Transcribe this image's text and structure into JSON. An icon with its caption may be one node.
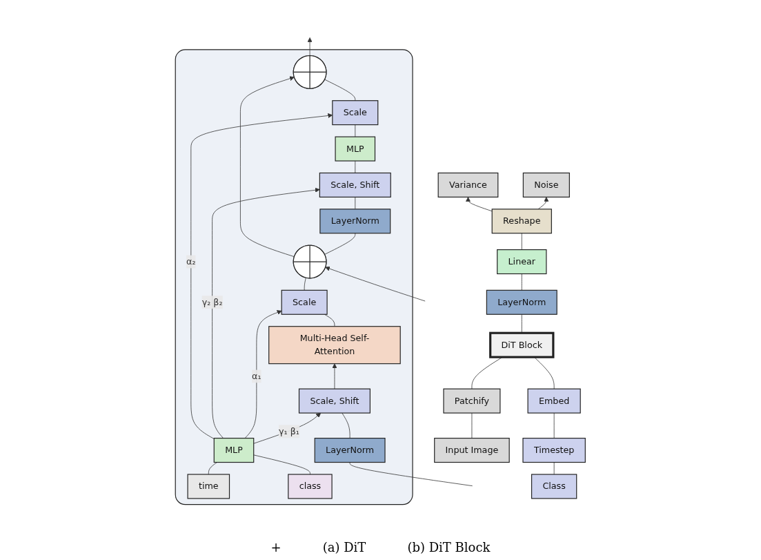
{
  "diagram": {
    "nodes": [
      {
        "text": [
          "Noise"
        ]
      },
      {
        "text": [
          "Variance"
        ]
      },
      {
        "text": [
          "Reshape"
        ]
      },
      {
        "text": [
          "Linear"
        ]
      },
      {
        "text": [
          "LayerNorm"
        ]
      },
      {
        "text": [
          "DiT Block"
        ]
      },
      {
        "text": [
          "Patchify"
        ]
      },
      {
        "text": [
          "Embed"
        ]
      },
      {
        "text": [
          "Input Image"
        ]
      },
      {
        "text": [
          "Timestep"
        ]
      },
      {
        "text": [
          "Class"
        ]
      },
      {
        "text": [],
        "shape": "box"
      },
      {
        "text": [],
        "shape": "circle",
        "in": 11
      },
      {
        "text": [
          "Scale"
        ],
        "in": 11
      },
      {
        "text": [
          "MLP"
        ],
        "in": 11
      },
      {
        "text": [
          "Scale, Shift"
        ],
        "in": 11
      },
      {
        "text": [
          "LayerNorm"
        ],
        "in": 11
      },
      {
        "text": [],
        "shape": "circle",
        "in": 11
      },
      {
        "text": [
          "Scale"
        ],
        "in": 11
      },
      {
        "text": [
          "Multi-Head Self-Attention"
        ],
        "in": 11
      },
      {
        "text": [
          "Scale, Shift"
        ],
        "in": 11
      },
      {
        "text": [
          "LayerNorm"
        ],
        "in": 11
      },
      {
        "text": [
          "MLP"
        ],
        "in": 11
      },
      {
        "text": [
          "time"
        ],
        "in": 11
      },
      {
        "text": [
          "class"
        ],
        "in": 11
      }
    ],
    "edges": [
      {
        "from": 2,
        "to": 0,
        "arrow": "to"
      },
      {
        "from": 2,
        "to": 1,
        "arrow": "to"
      },
      {
        "from": 3,
        "to": 2,
        "arrow": "none"
      },
      {
        "from": 4,
        "to": 3,
        "arrow": "none"
      },
      {
        "from": 5,
        "to": 4,
        "arrow": "none"
      },
      {
        "from": 6,
        "to": 5,
        "arrow": "none"
      },
      {
        "from": 7,
        "to": 5,
        "arrow": "none"
      },
      {
        "from": 8,
        "to": 6,
        "arrow": "none"
      },
      {
        "from": 9,
        "to": 7,
        "arrow": "none"
      },
      {
        "from": 10,
        "to": 9,
        "arrow": "none"
      },
      {
        "from": null,
        "to": 21,
        "arrow": "none"
      },
      {
        "from": 21,
        "to": 20,
        "arrow": "none"
      },
      {
        "from": 20,
        "to": 19,
        "arrow": "to"
      },
      {
        "from": 19,
        "to": 18,
        "arrow": "none"
      },
      {
        "from": 18,
        "to": 17,
        "arrow": "none"
      },
      {
        "from": null,
        "to": 17,
        "arrow": "to"
      },
      {
        "from": 17,
        "to": 16,
        "arrow": "none"
      },
      {
        "from": 16,
        "to": 15,
        "arrow": "none"
      },
      {
        "from": 15,
        "to": 14,
        "arrow": "none"
      },
      {
        "from": 14,
        "to": 13,
        "arrow": "none"
      },
      {
        "from": 13,
        "to": 12,
        "arrow": "none"
      },
      {
        "from": 17,
        "to": 12,
        "arrow": "to"
      },
      {
        "from": 12,
        "to": null,
        "arrow": "to"
      },
      {
        "from": 22,
        "to": 20,
        "arrow": "to",
        "label": "γ₁ β₁"
      },
      {
        "from": 22,
        "to": 18,
        "arrow": "to",
        "label": "α₁"
      },
      {
        "from": 22,
        "to": 15,
        "arrow": "to",
        "label": "γ₂ β₂"
      },
      {
        "from": 22,
        "to": 13,
        "arrow": "to",
        "label": "α₂"
      },
      {
        "from": 23,
        "to": 22,
        "arrow": "none"
      },
      {
        "from": 24,
        "to": 22,
        "arrow": "none"
      }
    ],
    "labels": [
      "+",
      "(a) DiT",
      "(b) DiT Block"
    ]
  }
}
